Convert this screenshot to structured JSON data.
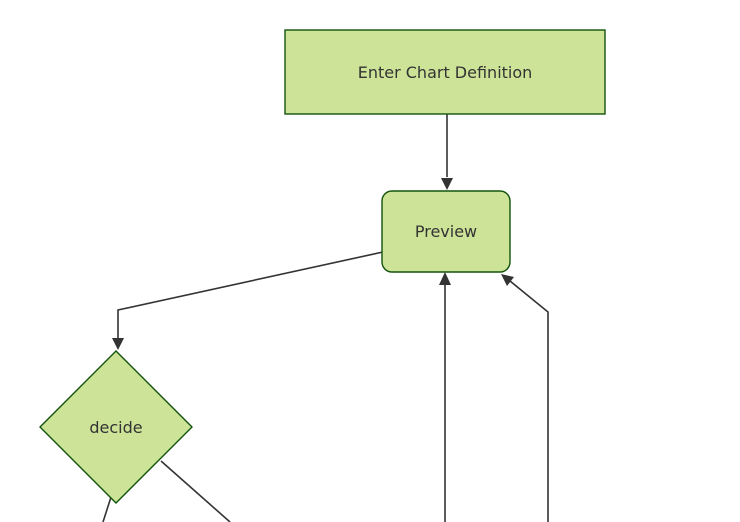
{
  "diagram": {
    "type": "flowchart",
    "orientation": "top-down",
    "nodes": [
      {
        "id": "enter-chart-definition",
        "label": "Enter Chart Definition",
        "shape": "rectangle"
      },
      {
        "id": "preview",
        "label": "Preview",
        "shape": "rounded-rectangle"
      },
      {
        "id": "decide",
        "label": "decide",
        "shape": "diamond"
      }
    ],
    "edges": [
      {
        "from": "enter-chart-definition",
        "to": "preview",
        "arrow": "filled-triangle"
      },
      {
        "from": "preview",
        "to": "decide",
        "arrow": "filled-triangle"
      },
      {
        "from": "offscreen-bottom",
        "to": "preview",
        "arrow": "filled-triangle"
      },
      {
        "from": "offscreen-bottom-right",
        "to": "preview",
        "arrow": "filled-triangle"
      },
      {
        "from": "decide",
        "to": "offscreen-bottom-left",
        "arrow": "none-visible"
      },
      {
        "from": "decide",
        "to": "offscreen-bottom-right",
        "arrow": "none-visible"
      }
    ],
    "colors": {
      "node_fill": "#cde498",
      "node_border": "#13540c",
      "edge": "#333333",
      "text": "#333333",
      "background": "#ffffff"
    }
  }
}
